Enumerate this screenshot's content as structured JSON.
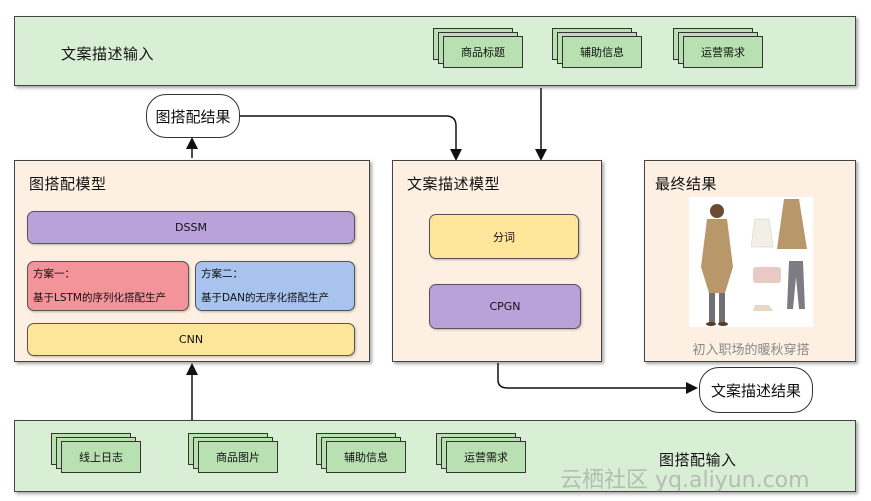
{
  "top_input": {
    "title": "文案描述输入",
    "docs": [
      "商品标题",
      "辅助信息",
      "运营需求"
    ]
  },
  "outfit_result_oval": "图搭配结果",
  "outfit_model": {
    "title": "图搭配模型",
    "dssm": "DSSM",
    "option1": {
      "line1": "方案一：",
      "line2": "基于LSTM的序列化搭配生产"
    },
    "option2": {
      "line1": "方案二：",
      "line2": "基于DAN的无序化搭配生产"
    },
    "cnn": "CNN"
  },
  "copy_model": {
    "title": "文案描述模型",
    "segment": "分词",
    "cpgn": "CPGN"
  },
  "final_result": {
    "title": "最终结果",
    "caption": "初入职场的暖秋穿搭"
  },
  "copy_result_oval": "文案描述结果",
  "bottom_input": {
    "title": "图搭配输入",
    "docs": [
      "线上日志",
      "商品图片",
      "辅助信息",
      "运营需求"
    ]
  },
  "watermark": "云栖社区 yq.aliyun.com",
  "colors": {
    "panel_green": "#d9efd5",
    "panel_orange": "#fdf0e3",
    "purple": "#b9a2da",
    "yellow": "#fde59a",
    "red": "#f29499",
    "blue": "#a7c3ee"
  }
}
